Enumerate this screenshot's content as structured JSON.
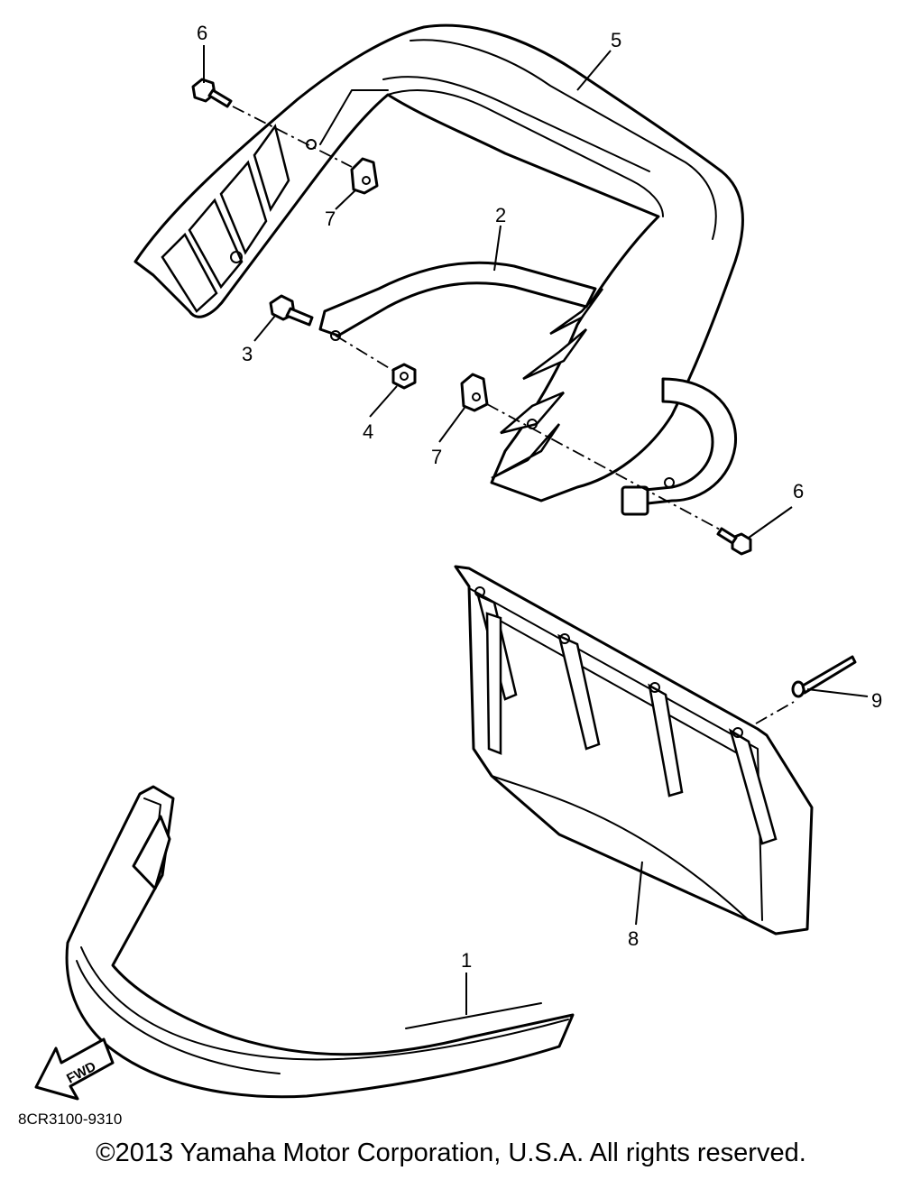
{
  "diagram": {
    "part_code": "8CR3100-9310",
    "forward_label": "FWD",
    "callouts": [
      {
        "id": "c1",
        "label": "1"
      },
      {
        "id": "c2",
        "label": "2"
      },
      {
        "id": "c3",
        "label": "3"
      },
      {
        "id": "c4",
        "label": "4"
      },
      {
        "id": "c5",
        "label": "5"
      },
      {
        "id": "c6a",
        "label": "6"
      },
      {
        "id": "c6b",
        "label": "6"
      },
      {
        "id": "c7a",
        "label": "7"
      },
      {
        "id": "c7b",
        "label": "7"
      },
      {
        "id": "c8",
        "label": "8"
      },
      {
        "id": "c9",
        "label": "9"
      }
    ]
  },
  "footer": {
    "copyright": "©2013 Yamaha Motor Corporation, U.S.A. All rights reserved."
  }
}
